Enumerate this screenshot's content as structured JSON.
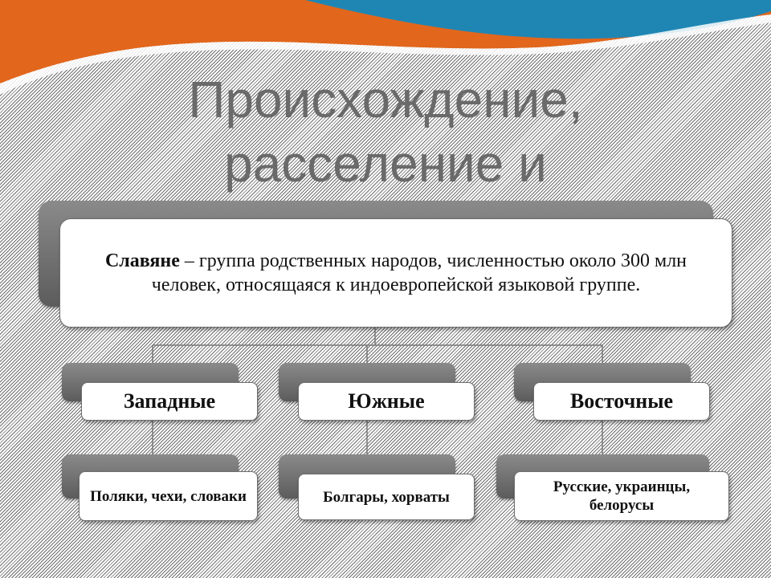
{
  "title": {
    "line1": "Происхождение,",
    "line2": "расселение и"
  },
  "root": {
    "term": "Славяне",
    "definition": " – группа родственных народов, численностью около 300 млн человек, относящаяся к индоевропейской языковой группе."
  },
  "branches": [
    {
      "label": "Западные",
      "peoples": "Поляки, чехи, словаки"
    },
    {
      "label": "Южные",
      "peoples": "Болгары, хорваты"
    },
    {
      "label": "Восточные",
      "peoples": "Русские, украинцы, белорусы"
    }
  ],
  "colors": {
    "wave_orange": "#e2661c",
    "wave_blue": "#1f86b4",
    "card_back": "#6e6e6e",
    "title": "#6a6a6a"
  }
}
